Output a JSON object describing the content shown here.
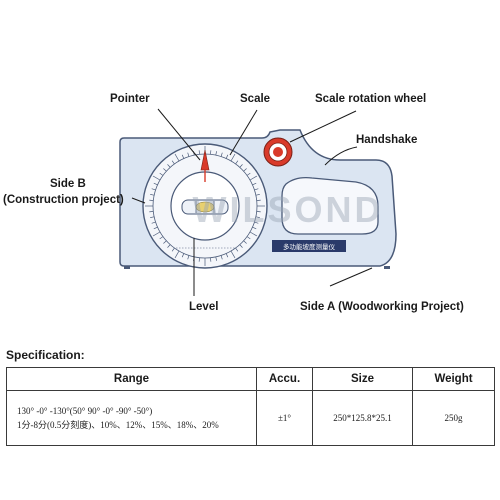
{
  "callouts": {
    "pointer": "Pointer",
    "scale": "Scale",
    "scale_rotation_wheel": "Scale rotation wheel",
    "handshake": "Handshake",
    "side_b_line1": "Side B",
    "side_b_line2": "(Construction project)",
    "level": "Level",
    "side_a": "Side A (Woodworking Project)"
  },
  "device": {
    "watermark": "WILSOND",
    "label_plate": "多功能坡度测量仪",
    "body_color": "#dbe5f2",
    "outline_color": "#4a5a78",
    "wheel_color": "#d93a2a",
    "label_plate_color": "#2a3a6a",
    "pointer_color": "#d93a2a",
    "bubble_color": "#e8d070"
  },
  "specification": {
    "title": "Specification:",
    "columns": [
      "Range",
      "Accu.",
      "Size",
      "Weight"
    ],
    "rows": [
      {
        "range_line1": "130° -0° -130°(50° 90° -0° -90° -50°)",
        "range_line2": "1分-8分(0.5分刻度)、10%、12%、15%、18%、20%",
        "accuracy": "±1°",
        "size": "250*125.8*25.1",
        "weight": "250g"
      }
    ]
  }
}
